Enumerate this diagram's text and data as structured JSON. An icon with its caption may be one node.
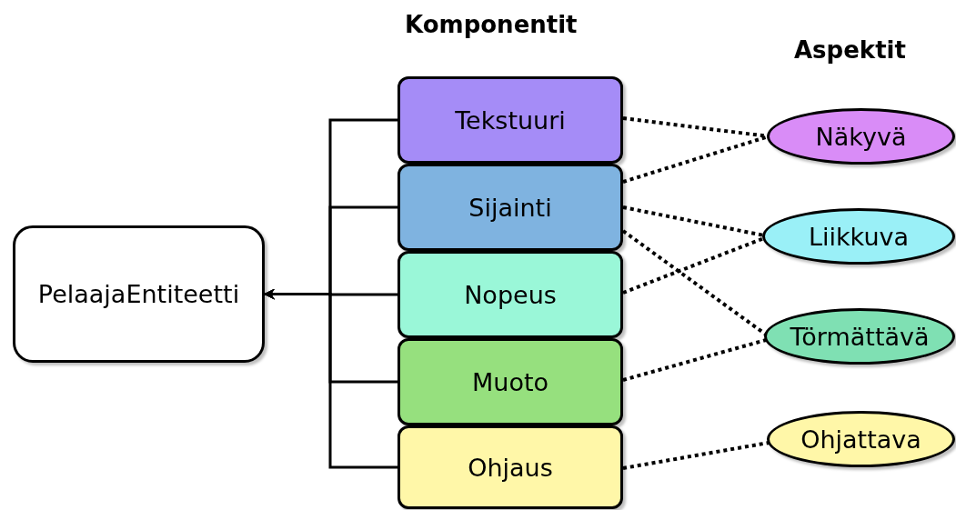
{
  "diagram": {
    "nodes": [
      {
        "text": [
          "PelaajaEntiteetti"
        ]
      },
      {
        "text": [
          "Tekstuuri"
        ]
      },
      {
        "text": [
          "Sijainti"
        ]
      },
      {
        "text": [
          "Nopeus"
        ]
      },
      {
        "text": [
          "Muoto"
        ]
      },
      {
        "text": [
          "Ohjaus"
        ]
      },
      {
        "text": [
          "Näkyvä"
        ]
      },
      {
        "text": [
          "Liikkuva"
        ]
      },
      {
        "text": [
          "Törmättävä"
        ]
      },
      {
        "text": [
          "Ohjattava"
        ]
      }
    ],
    "edges": [
      {
        "from": 1,
        "to": 0,
        "arrow": "to"
      },
      {
        "from": 2,
        "to": 0,
        "arrow": "to"
      },
      {
        "from": 3,
        "to": 0,
        "arrow": "to"
      },
      {
        "from": 4,
        "to": 0,
        "arrow": "to"
      },
      {
        "from": 5,
        "to": 0,
        "arrow": "to"
      },
      {
        "from": 1,
        "to": 6,
        "arrow": "none",
        "style": "dashed"
      },
      {
        "from": 2,
        "to": 6,
        "arrow": "none",
        "style": "dashed"
      },
      {
        "from": 2,
        "to": 7,
        "arrow": "none",
        "style": "dashed"
      },
      {
        "from": 2,
        "to": 8,
        "arrow": "none",
        "style": "dashed"
      },
      {
        "from": 3,
        "to": 7,
        "arrow": "none",
        "style": "dashed"
      },
      {
        "from": 4,
        "to": 8,
        "arrow": "none",
        "style": "dashed"
      },
      {
        "from": 5,
        "to": 9,
        "arrow": "none",
        "style": "dashed"
      }
    ],
    "labels": [
      "Komponentit",
      "Aspektit"
    ]
  }
}
